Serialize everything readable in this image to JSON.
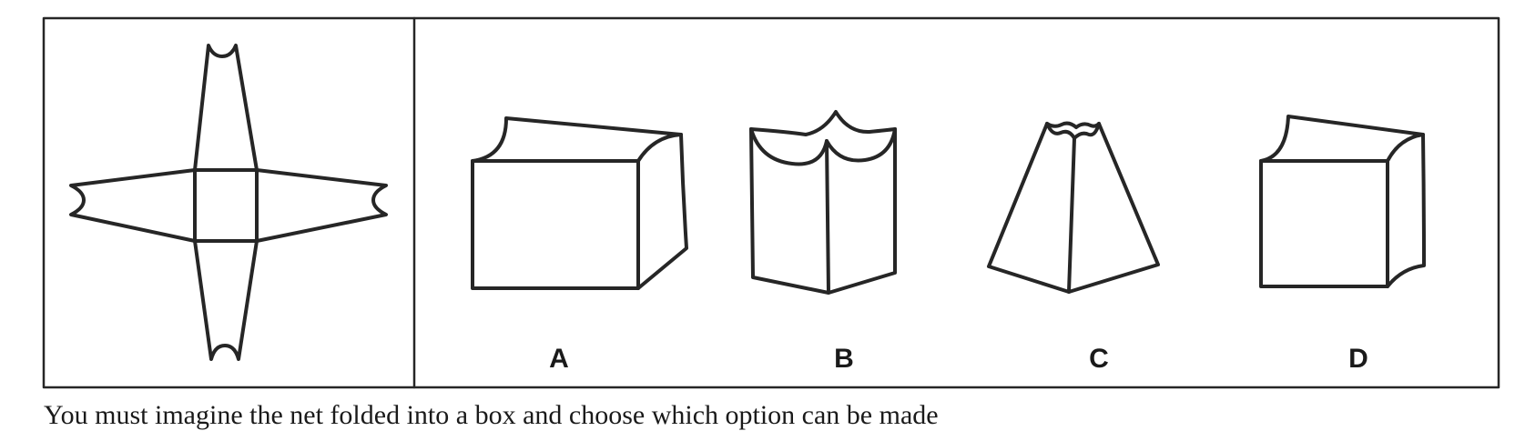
{
  "options": [
    {
      "label": "A"
    },
    {
      "label": "B"
    },
    {
      "label": "C"
    },
    {
      "label": "D"
    }
  ],
  "instruction": "You must imagine the net folded into a box and choose which option can be made"
}
